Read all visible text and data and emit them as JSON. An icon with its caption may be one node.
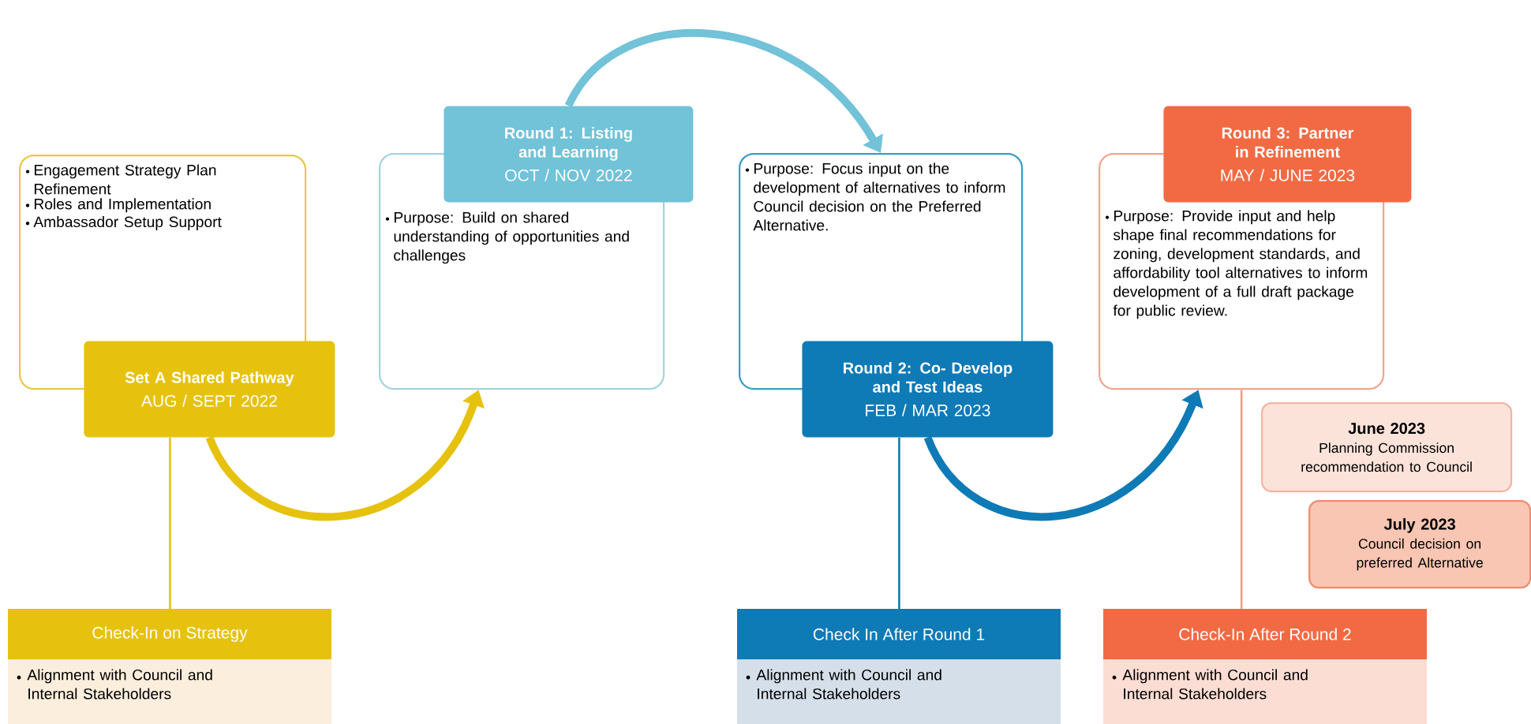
{
  "diagram": {
    "nodes": [
      {
        "text": [
          "Engagement Strategy Plan Refinement",
          "Roles and Implementation",
          "Ambassador Setup Support"
        ]
      },
      {
        "text": [
          "Set A Shared Pathway",
          "AUG / SEPT 2022"
        ]
      },
      {
        "text": [
          "Purpose: Build on shared understanding of opportunities and challenges"
        ]
      },
      {
        "text": [
          "Round 1: Listing and Learning",
          "OCT / NOV 2022"
        ]
      },
      {
        "text": [
          "Purpose: Focus input on the development of alternatives to inform Council decision on the Preferred Alternative."
        ]
      },
      {
        "text": [
          "Round 2: Co- Develop and Test Ideas",
          "FEB / MAR 2023"
        ]
      },
      {
        "text": [
          "Round 3: Partner in Refinement",
          "MAY / JUNE 2023"
        ]
      },
      {
        "text": [
          "Purpose: Provide input and help shape final recommendations for zoning, development standards, and affordability tool alternatives to inform development of a full draft package for public review."
        ]
      },
      {
        "text": [
          "June 2023",
          "Planning Commission recommendation to Council"
        ]
      },
      {
        "text": [
          "July 2023",
          "Council decision on preferred Alternative"
        ]
      },
      {
        "text": [
          "Check-In on Strategy",
          "Alignment with Council and Internal Stakeholders"
        ]
      },
      {
        "text": [
          "Check In After Round 1",
          "Alignment with Council and Internal Stakeholders"
        ]
      },
      {
        "text": [
          "Check-In After Round 2",
          "Alignment with Council and Internal Stakeholders"
        ]
      }
    ],
    "edges": [
      {
        "from": 1,
        "to": 2,
        "arrow": "to",
        "style": "thick",
        "color": "#e6c20f"
      },
      {
        "from": 3,
        "to": 4,
        "arrow": "to",
        "style": "thick",
        "color": "#72c2d8"
      },
      {
        "from": 5,
        "to": 7,
        "arrow": "to",
        "style": "thick",
        "color": "#0e7ab6"
      },
      {
        "from": 1,
        "to": 10,
        "arrow": "none",
        "color": "#e6c20f"
      },
      {
        "from": 5,
        "to": 11,
        "arrow": "none",
        "color": "#0e7ab6"
      },
      {
        "from": 7,
        "to": 12,
        "arrow": "none",
        "color": "#f4a085"
      }
    ]
  }
}
